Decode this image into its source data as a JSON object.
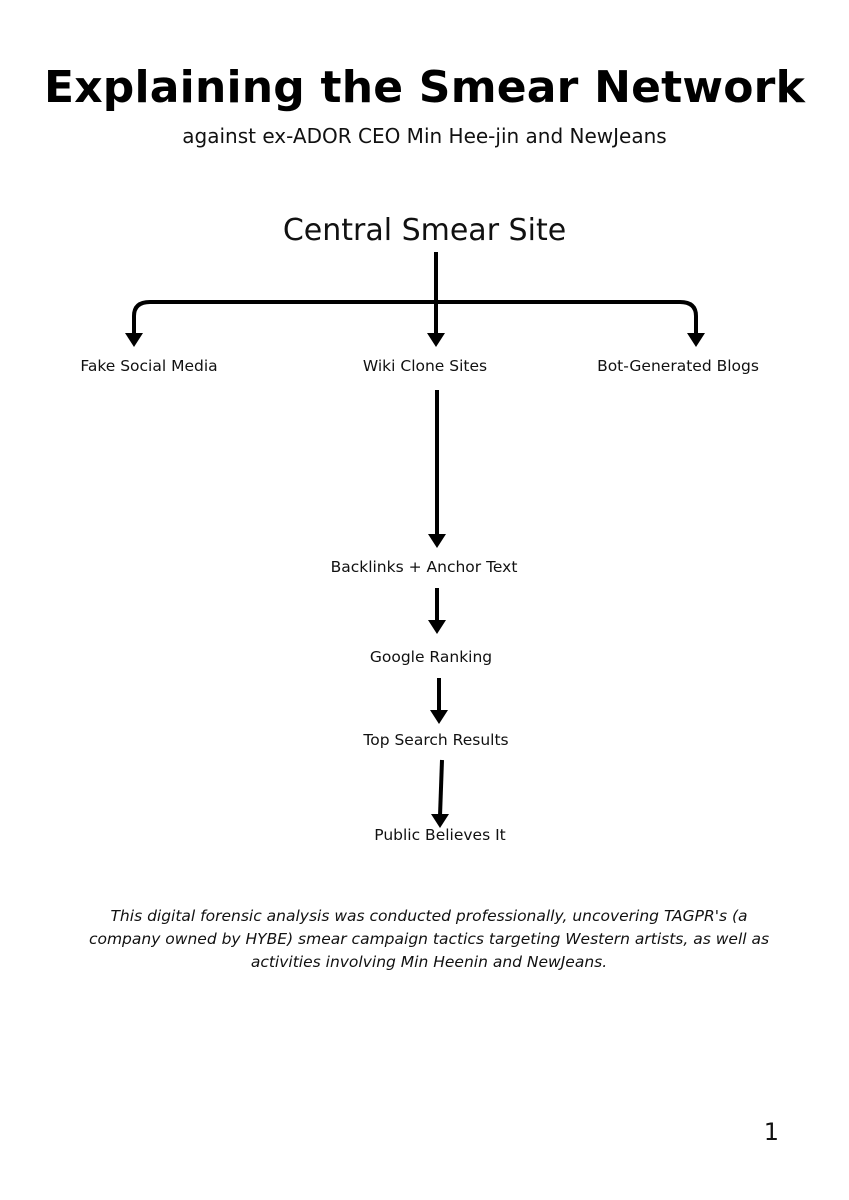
{
  "title": "Explaining the Smear Network",
  "subtitle": "against ex-ADOR CEO Min Hee-jin and NewJeans",
  "diagram": {
    "root": "Central Smear Site",
    "branches": [
      "Fake Social Media",
      "Wiki Clone Sites",
      "Bot-Generated Blogs"
    ],
    "chain": [
      "Backlinks + Anchor Text",
      "Google Ranking",
      "Top Search Results",
      "Public Believes It"
    ]
  },
  "note": "This digital forensic analysis was conducted professionally, uncovering TAGPR's (a company owned by HYBE) smear campaign tactics targeting Western artists, as well as activities involving Min Heenin and NewJeans.",
  "page_number": "1",
  "colors": {
    "text": "#111111",
    "arrows": "#000000",
    "background": "#ffffff"
  }
}
